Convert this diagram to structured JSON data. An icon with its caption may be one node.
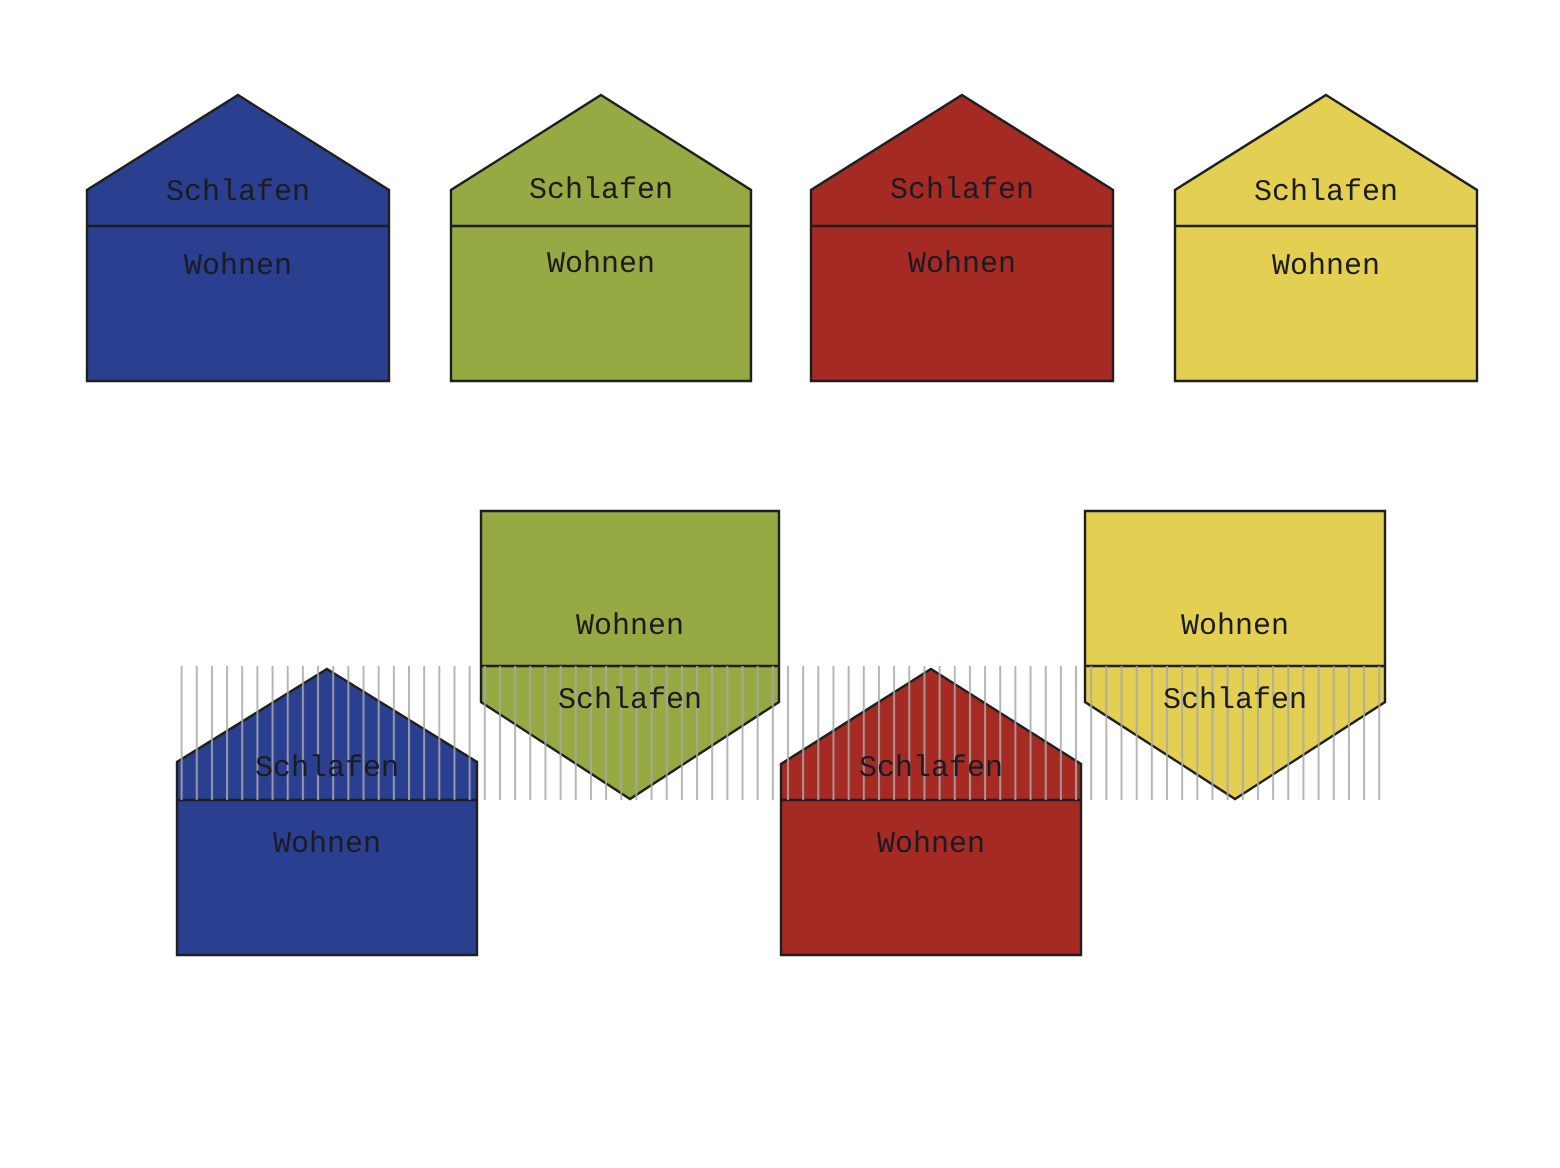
{
  "diagram": {
    "nodes": [
      {
        "text": [
          "Schlafen",
          "Wohnen"
        ]
      },
      {
        "text": [
          "Schlafen",
          "Wohnen"
        ]
      },
      {
        "text": [
          "Schlafen",
          "Wohnen"
        ]
      },
      {
        "text": [
          "Schlafen",
          "Wohnen"
        ]
      },
      {
        "text": [
          "Schlafen",
          "Wohnen"
        ]
      },
      {
        "text": [
          "Wohnen",
          "Schlafen"
        ]
      },
      {
        "text": [
          "Schlafen",
          "Wohnen"
        ]
      },
      {
        "text": [
          "Wohnen",
          "Schlafen"
        ]
      }
    ]
  }
}
